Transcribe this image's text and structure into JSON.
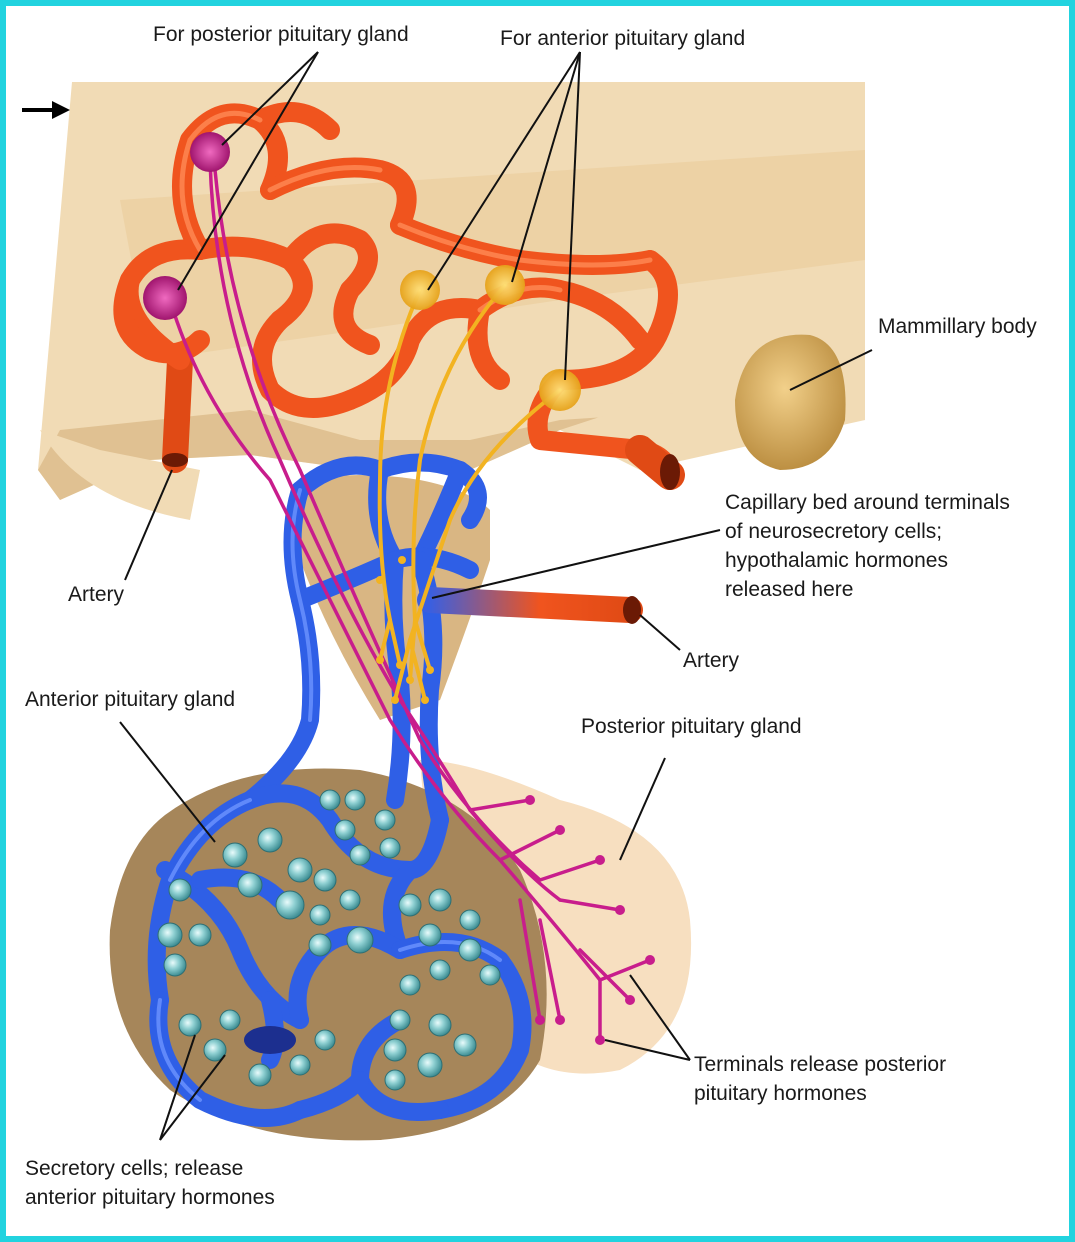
{
  "labels": {
    "posterior_group": "For posterior pituitary gland",
    "anterior_group": "For anterior pituitary gland",
    "mammillary_body": "Mammillary body",
    "capillary_bed": "Capillary bed around terminals\nof neurosecretory cells;\nhypothalamic hormones\nreleased here",
    "artery_left": "Artery",
    "artery_right": "Artery",
    "anterior_pituitary": "Anterior pituitary gland",
    "posterior_pituitary": "Posterior pituitary gland",
    "terminals": "Terminals release posterior\npituitary hormones",
    "secretory_cells": "Secretory cells; release\nanterior pituitary hormones"
  },
  "colors": {
    "frame": "#22d3df",
    "hypothalamus": "#f1dbb5",
    "hypothalamus_shadow": "#d9b683",
    "arteries": "#f0541e",
    "portal_veins": "#2f5fe6",
    "posterior_neurons": "#c81d8c",
    "anterior_neurons": "#f2b321",
    "anterior_lobe_tissue": "#a6865a",
    "posterior_lobe": "#f7dfc0",
    "secretory_cell": "#6fb9bd",
    "mammillary_body": "#d2a552"
  }
}
